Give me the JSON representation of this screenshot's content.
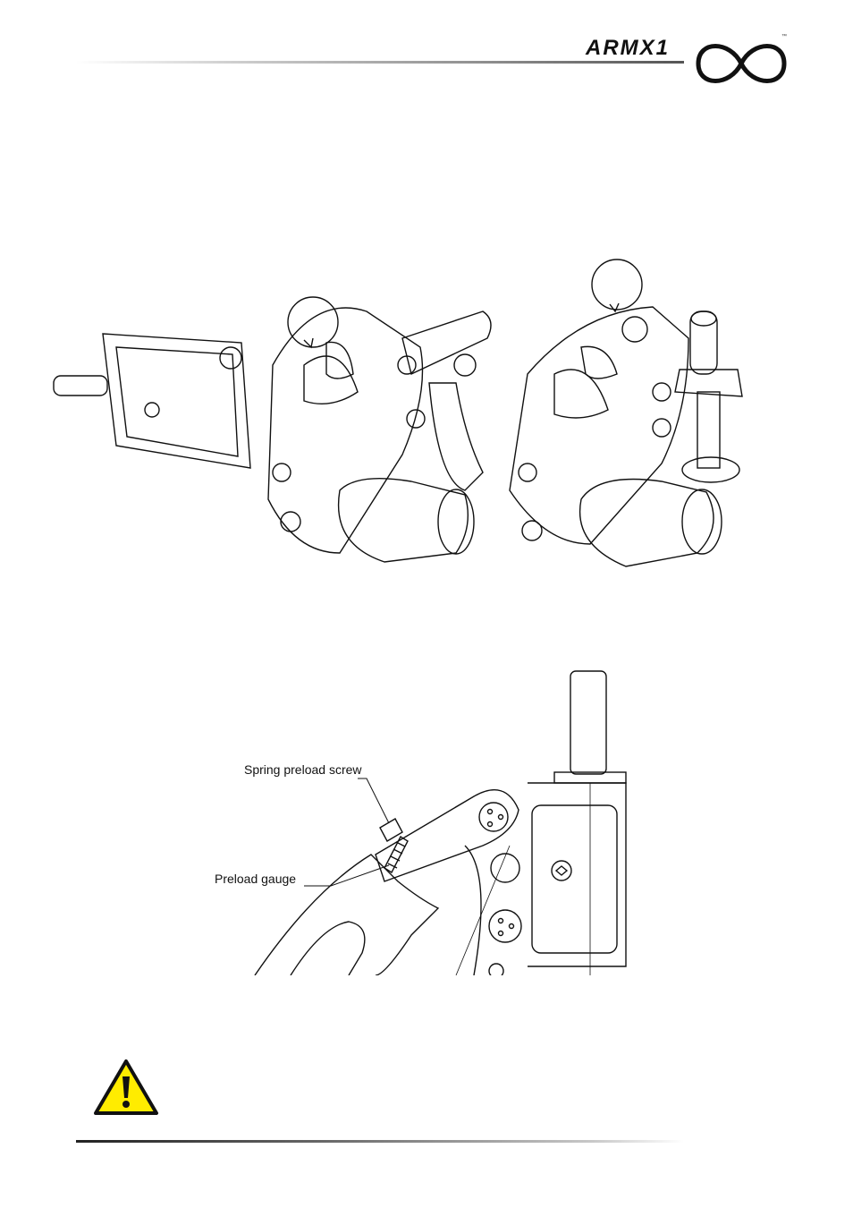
{
  "header": {
    "brand_text": "ARMX1",
    "trademark": "™"
  },
  "figure_top": {
    "description_icon": "robotic-arm-assembly-drawing"
  },
  "figure_bottom": {
    "callouts": {
      "spring_preload_screw": "Spring preload screw",
      "preload_gauge": "Preload gauge"
    }
  },
  "warning": {
    "icon": "warning-triangle-icon",
    "color": "#ffec00"
  }
}
